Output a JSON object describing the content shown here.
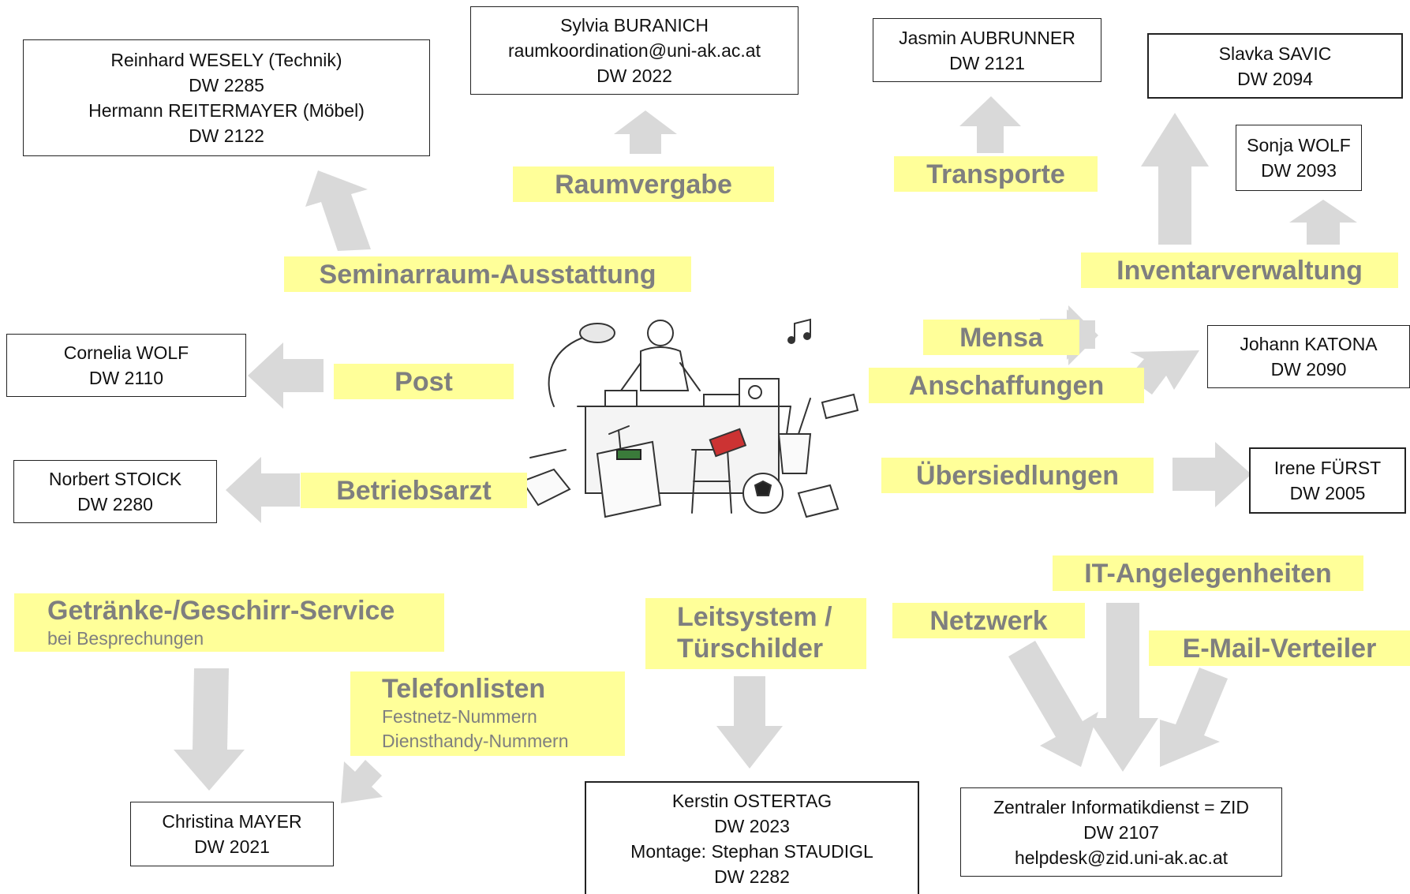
{
  "contacts": {
    "wesely": [
      "Reinhard  WESELY (Technik)",
      "DW 2285",
      "Hermann REITERMAYER (Möbel)",
      "DW 2122"
    ],
    "buranich": [
      "Sylvia BURANICH",
      "raumkoordination@uni-ak.ac.at",
      "DW 2022"
    ],
    "aubrunner": [
      "Jasmin AUBRUNNER",
      "DW 2121"
    ],
    "savic": [
      "Slavka SAVIC",
      "DW 2094"
    ],
    "sonja_wolf": [
      "Sonja WOLF",
      "DW 2093"
    ],
    "cornelia_wolf": [
      "Cornelia WOLF",
      "DW 2110"
    ],
    "katona": [
      "Johann KATONA",
      "DW 2090"
    ],
    "stoick": [
      "Norbert STOICK",
      "DW 2280"
    ],
    "fuerst": [
      "Irene FÜRST",
      "DW 2005"
    ],
    "mayer": [
      "Christina MAYER",
      "DW 2021"
    ],
    "ostertag": [
      "Kerstin OSTERTAG",
      "DW 2023",
      "Montage: Stephan STAUDIGL",
      "DW 2282"
    ],
    "zid": [
      "Zentraler Informatikdienst = ZID",
      "DW 2107",
      "helpdesk@zid.uni-ak.ac.at"
    ]
  },
  "topics": {
    "raumvergabe": "Raumvergabe",
    "transporte": "Transporte",
    "seminarraum": "Seminarraum-Ausstattung",
    "inventarverwaltung": "Inventarverwaltung",
    "mensa": "Mensa",
    "anschaffungen": "Anschaffungen",
    "post": "Post",
    "betriebsarzt": "Betriebsarzt",
    "uebersiedlungen": "Übersiedlungen",
    "it": "IT-Angelegenheiten",
    "netzwerk": "Netzwerk",
    "email": "E-Mail-Verteiler",
    "leitsystem": [
      "Leitsystem /",
      "Türschilder"
    ],
    "getraenke": {
      "title": "Getränke-/Geschirr-Service",
      "sub": "bei Besprechungen"
    },
    "telefonlisten": {
      "title": "Telefonlisten",
      "sub": [
        "Festnetz-Nummern",
        "Diensthandy-Nummern"
      ]
    }
  },
  "colors": {
    "label_bg": "#ffff99",
    "label_text": "#7f7f7f",
    "arrow": "#d9d9d9",
    "box_border": "#222222"
  }
}
